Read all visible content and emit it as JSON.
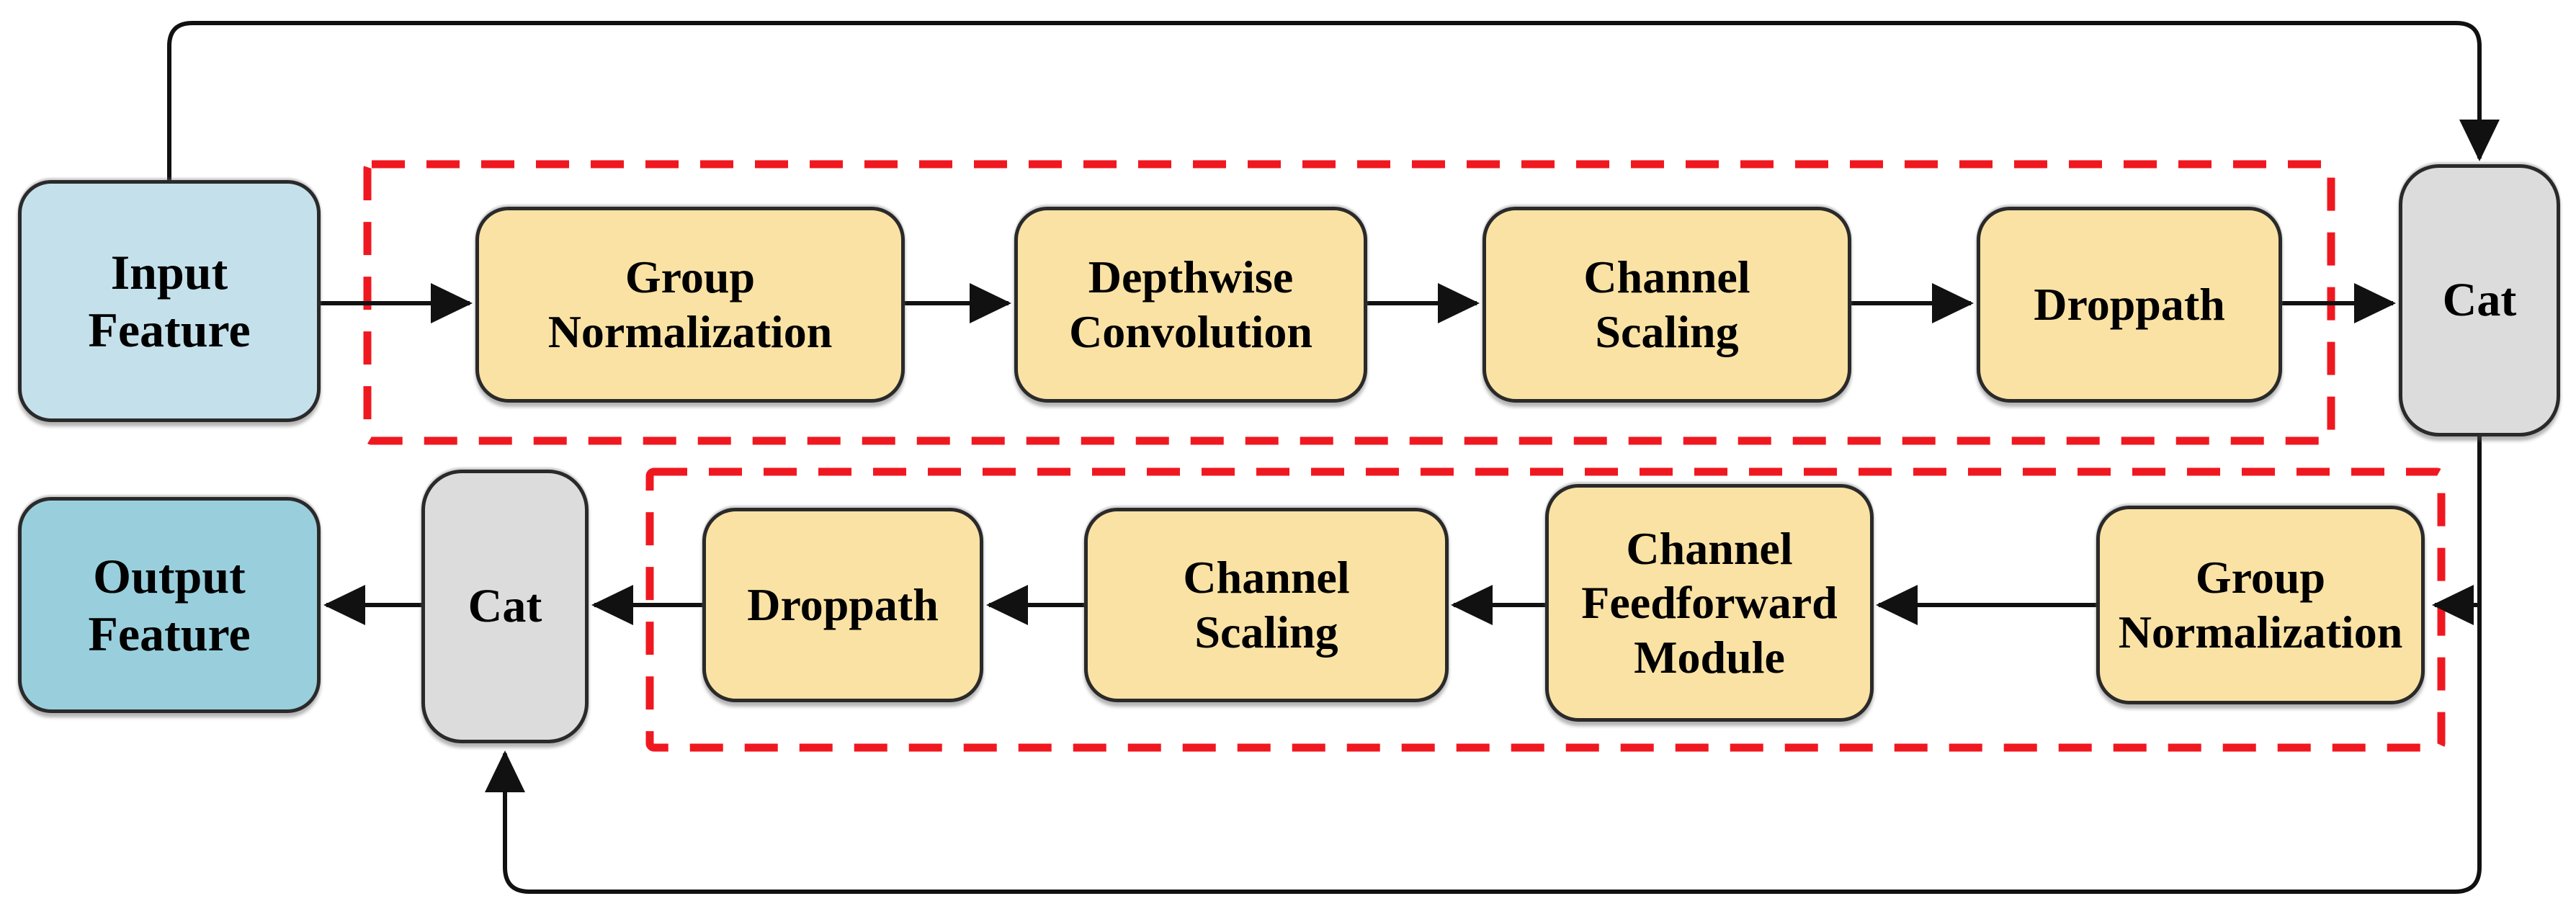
{
  "colors": {
    "input_fill": "#c4e0eb",
    "output_fill": "#99cfdd",
    "module_fill": "#f9e2a4",
    "cat_fill": "#dcdcdc",
    "dashed_color": "#f01820",
    "line_color": "#111111"
  },
  "nodes": {
    "input_feature": {
      "label": "Input\nFeature"
    },
    "gn_top": {
      "label": "Group\nNormalization"
    },
    "dw_conv": {
      "label": "Depthwise\nConvolution"
    },
    "cs_top": {
      "label": "Channel\nScaling"
    },
    "droppath_top": {
      "label": "Droppath"
    },
    "cat_top": {
      "label": "Cat"
    },
    "gn_bottom": {
      "label": "Group\nNormalization"
    },
    "cffm": {
      "label": "Channel\nFeedforward\nModule"
    },
    "cs_bottom": {
      "label": "Channel\nScaling"
    },
    "droppath_bottom": {
      "label": "Droppath"
    },
    "cat_bottom": {
      "label": "Cat"
    },
    "output_feature": {
      "label": "Output\nFeature"
    }
  }
}
